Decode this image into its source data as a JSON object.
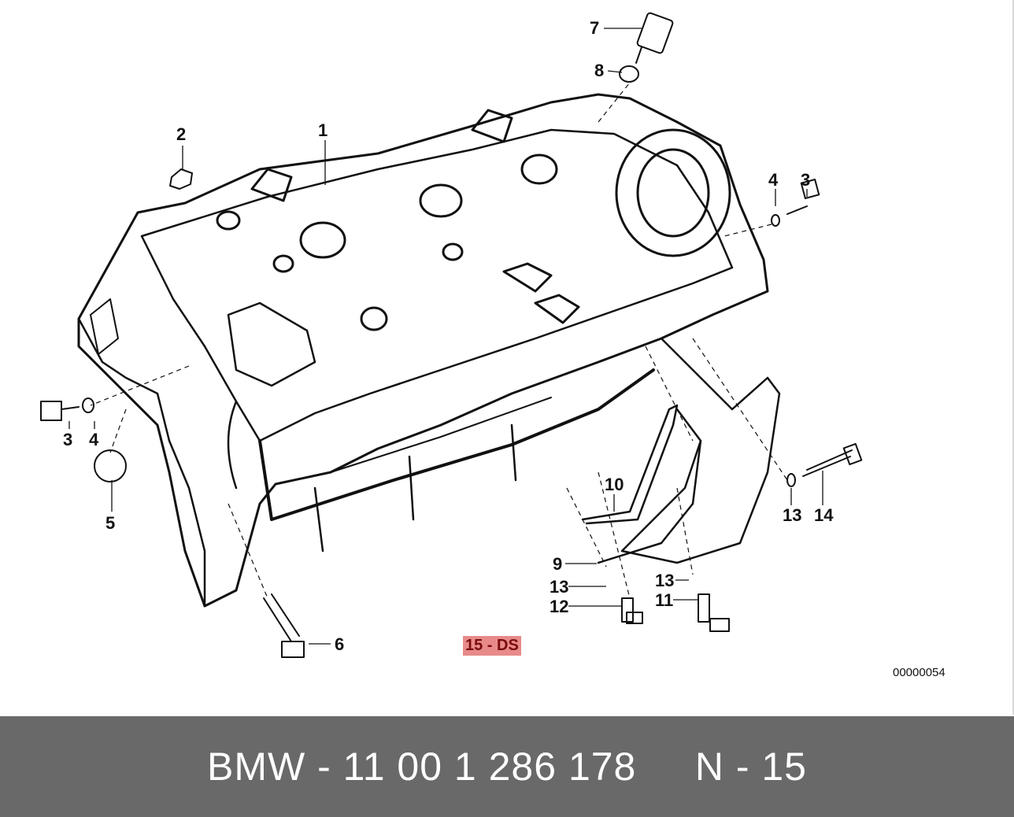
{
  "diagram": {
    "code": "00000054",
    "variant_badge": "15 - DS",
    "callouts": [
      {
        "id": "c1",
        "label": "1"
      },
      {
        "id": "c2",
        "label": "2"
      },
      {
        "id": "c3a",
        "label": "3"
      },
      {
        "id": "c4a",
        "label": "4"
      },
      {
        "id": "c3b",
        "label": "3"
      },
      {
        "id": "c4b",
        "label": "4"
      },
      {
        "id": "c5",
        "label": "5"
      },
      {
        "id": "c6",
        "label": "6"
      },
      {
        "id": "c7",
        "label": "7"
      },
      {
        "id": "c8",
        "label": "8"
      },
      {
        "id": "c9",
        "label": "9"
      },
      {
        "id": "c10",
        "label": "10"
      },
      {
        "id": "c11",
        "label": "11"
      },
      {
        "id": "c12",
        "label": "12"
      },
      {
        "id": "c13a",
        "label": "13"
      },
      {
        "id": "c13b",
        "label": "13"
      },
      {
        "id": "c13c",
        "label": "13"
      },
      {
        "id": "c14",
        "label": "14"
      }
    ]
  },
  "caption": {
    "text": "BMW - 11 00 1 286 178     N - 15"
  }
}
